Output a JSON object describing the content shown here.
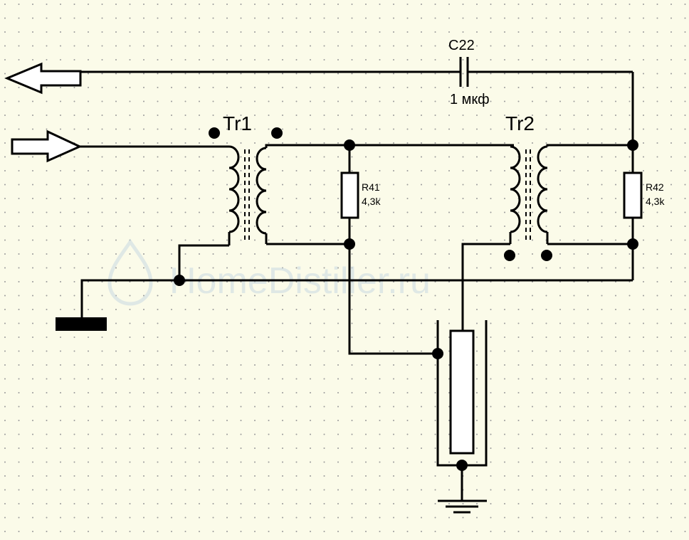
{
  "labels": {
    "tr1": "Tr1",
    "tr2": "Tr2",
    "c22_name": "C22",
    "c22_value": "1 мкф",
    "r41_name": "R41",
    "r41_value": "4,3k",
    "r42_name": "R42",
    "r42_value": "4,3k"
  },
  "watermark": "HomeDistiller.ru",
  "colors": {
    "background": "#fbfbe9",
    "grid_dot": "#9a9a9a",
    "line": "#000000",
    "watermark": "#c9d9e2"
  }
}
